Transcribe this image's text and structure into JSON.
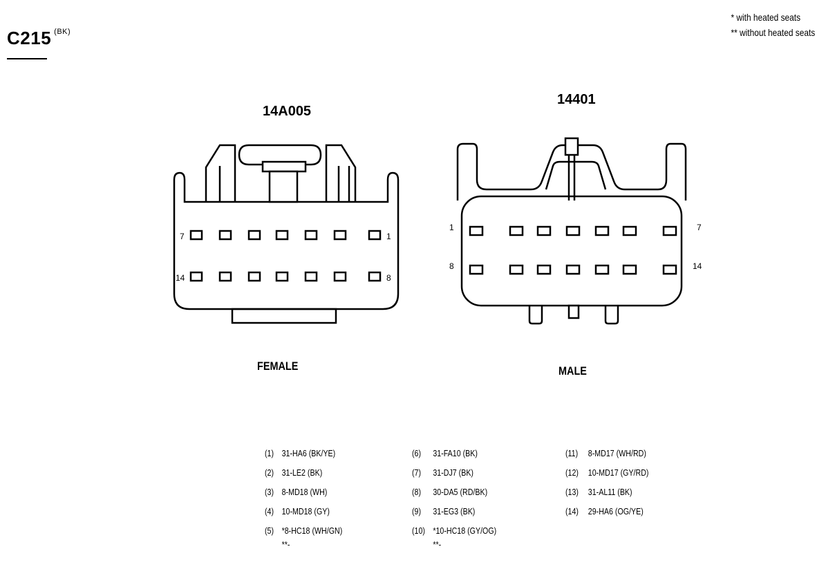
{
  "header": {
    "connector_code": "C215",
    "color_code": "(BK)"
  },
  "notes": [
    "* with heated seats",
    "** without heated seats"
  ],
  "female": {
    "part_number": "14A005",
    "label": "FEMALE",
    "pin_label_top_left": "7",
    "pin_label_top_right": "1",
    "pin_label_bottom_left": "14",
    "pin_label_bottom_right": "8"
  },
  "male": {
    "part_number": "14401",
    "label": "MALE",
    "pin_label_top_left": "1",
    "pin_label_top_right": "7",
    "pin_label_bottom_left": "8",
    "pin_label_bottom_right": "14"
  },
  "pinout": [
    {
      "pin": "(1)",
      "circuit": "31-HA6 (BK/YE)"
    },
    {
      "pin": "(2)",
      "circuit": "31-LE2 (BK)"
    },
    {
      "pin": "(3)",
      "circuit": "8-MD18 (WH)"
    },
    {
      "pin": "(4)",
      "circuit": "10-MD18 (GY)"
    },
    {
      "pin": "(5)",
      "circuit": "*8-HC18 (WH/GN)",
      "alt": "**-"
    },
    {
      "pin": "(6)",
      "circuit": "31-FA10 (BK)"
    },
    {
      "pin": "(7)",
      "circuit": "31-DJ7 (BK)"
    },
    {
      "pin": "(8)",
      "circuit": "30-DA5 (RD/BK)"
    },
    {
      "pin": "(9)",
      "circuit": "31-EG3 (BK)"
    },
    {
      "pin": "(10)",
      "circuit": "*10-HC18 (GY/OG)",
      "alt": "**-"
    },
    {
      "pin": "(11)",
      "circuit": "8-MD17 (WH/RD)"
    },
    {
      "pin": "(12)",
      "circuit": "10-MD17 (GY/RD)"
    },
    {
      "pin": "(13)",
      "circuit": "31-AL11 (BK)"
    },
    {
      "pin": "(14)",
      "circuit": "29-HA6 (OG/YE)"
    }
  ]
}
